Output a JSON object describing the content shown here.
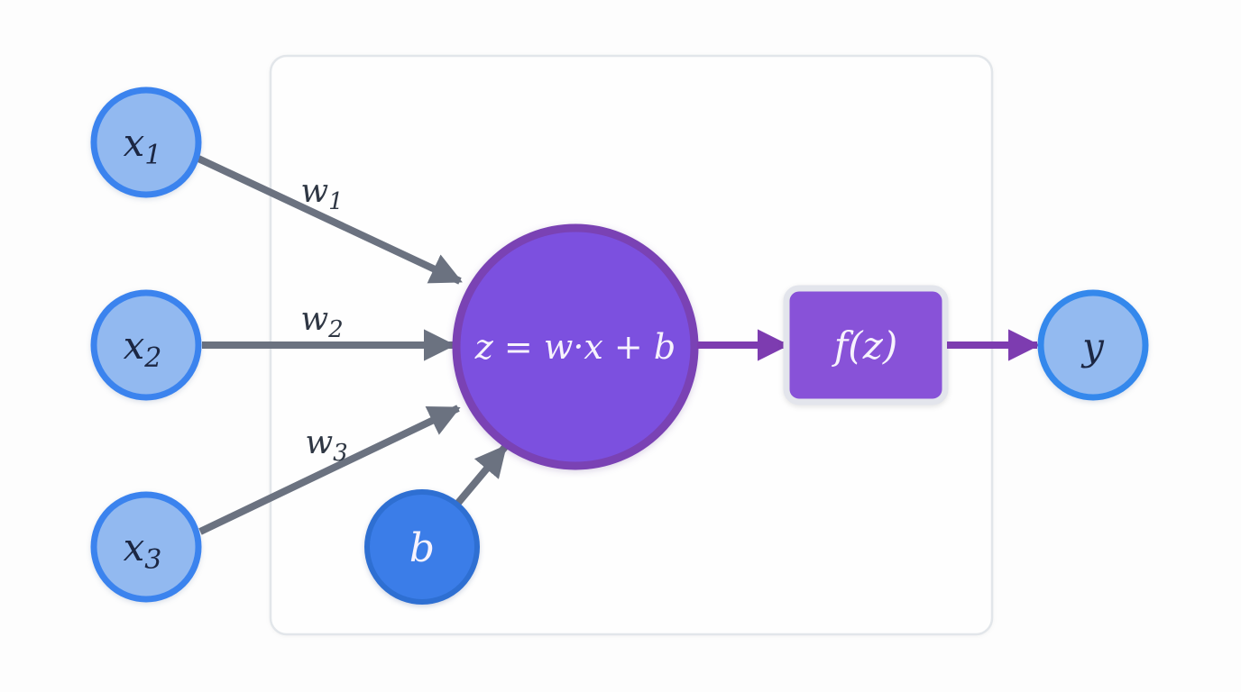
{
  "diagram": {
    "inputs": [
      {
        "base": "x",
        "sub": "1"
      },
      {
        "base": "x",
        "sub": "2"
      },
      {
        "base": "x",
        "sub": "3"
      }
    ],
    "weights": [
      {
        "base": "w",
        "sub": "1"
      },
      {
        "base": "w",
        "sub": "2"
      },
      {
        "base": "w",
        "sub": "3"
      }
    ],
    "bias": {
      "label": "b"
    },
    "neuron": {
      "formula": "z = w·x + b"
    },
    "activation": {
      "label": "f(z)"
    },
    "output": {
      "label": "y"
    }
  },
  "colors": {
    "background": "#fdfdfd",
    "container-border": "#e2e6ea",
    "input-fill": "#92b9f0",
    "input-stroke": "#3b83ee",
    "bias-fill": "#3b7de8",
    "bias-stroke": "#2e6fd2",
    "neuron-fill": "#7c50df",
    "neuron-stroke": "#7a42b4",
    "activation-fill": "#8852d8",
    "activation-border": "#e3e5ec",
    "output-fill": "#93baf0",
    "output-stroke": "#3488ec",
    "arrow-gray": "#6b7280",
    "arrow-purple": "#7d3cb0",
    "label-dark": "#1c2743",
    "weight-label": "#2f3744",
    "text-light": "#f7f3fd"
  }
}
